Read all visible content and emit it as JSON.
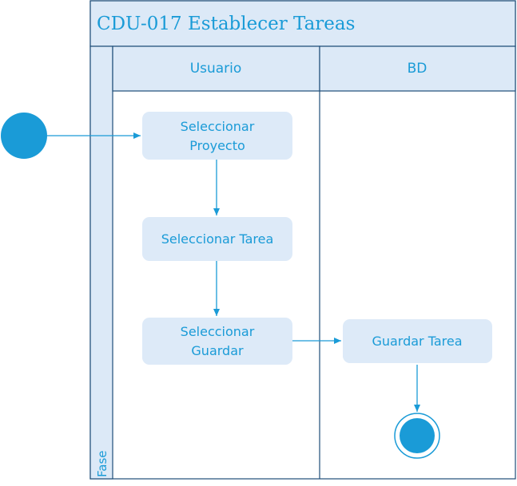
{
  "diagram": {
    "title": "CDU-017 Establecer Tareas",
    "phase_label": "Fase",
    "lanes": [
      {
        "id": "usuario",
        "label": "Usuario"
      },
      {
        "id": "bd",
        "label": "BD"
      }
    ],
    "nodes": [
      {
        "id": "seleccionar-proyecto",
        "lines": [
          "Seleccionar",
          "Proyecto"
        ]
      },
      {
        "id": "seleccionar-tarea",
        "lines": [
          "Seleccionar Tarea"
        ]
      },
      {
        "id": "seleccionar-guardar",
        "lines": [
          "Seleccionar",
          "Guardar"
        ]
      },
      {
        "id": "guardar-tarea",
        "lines": [
          "Guardar Tarea"
        ]
      }
    ],
    "colors": {
      "accent": "#1A9BD7",
      "header_fill": "#DCE9F7",
      "node_fill": "#DDEAF8",
      "border": "#1F4E79"
    }
  }
}
